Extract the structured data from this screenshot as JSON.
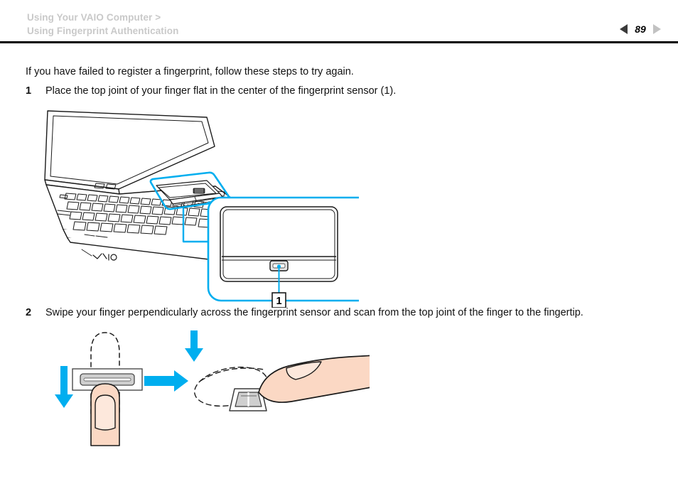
{
  "header": {
    "breadcrumb_line1": "Using Your VAIO Computer >",
    "breadcrumb_line2": "Using Fingerprint Authentication",
    "breadcrumb_color": "#c9c9c9",
    "prev_icon": "triangle-left-icon",
    "next_icon": "triangle-right-icon",
    "page_number": "89",
    "prev_color": "#3a3a3a",
    "next_color": "#c2c2c2",
    "rule_color": "#000000"
  },
  "content": {
    "intro": "If you have failed to register a fingerprint, follow these steps to try again.",
    "steps": [
      {
        "number": "1",
        "text": "Place the top joint of your finger flat in the center of the fingerprint sensor (1)."
      },
      {
        "number": "2",
        "text": "Swipe your finger perpendicularly across the fingerprint sensor and scan from the top joint of the finger to the fingertip."
      }
    ]
  },
  "figures": {
    "laptop_figure": {
      "name": "vaio-laptop-touchpad-illustration",
      "brand_mark": "VAIO",
      "callout_label": "1",
      "highlight_color": "#00AEEF",
      "line_color": "#1a1a1a",
      "callout_part": "fingerprint-sensor"
    },
    "finger_figure": {
      "name": "finger-swipe-illustration",
      "arrow_color": "#00AEEF",
      "skin_color": "#FBD8C4",
      "nail_color": "#FDE8DC",
      "sensor_fill": "#d6d6d6",
      "sensor_outline": "#3a3a3a",
      "views": [
        {
          "name": "top-down-swipe-view",
          "arrow": "down-arrow-icon"
        },
        {
          "name": "side-swipe-view",
          "arrows": [
            "down-arrow-icon",
            "right-arrow-icon"
          ]
        }
      ]
    }
  }
}
